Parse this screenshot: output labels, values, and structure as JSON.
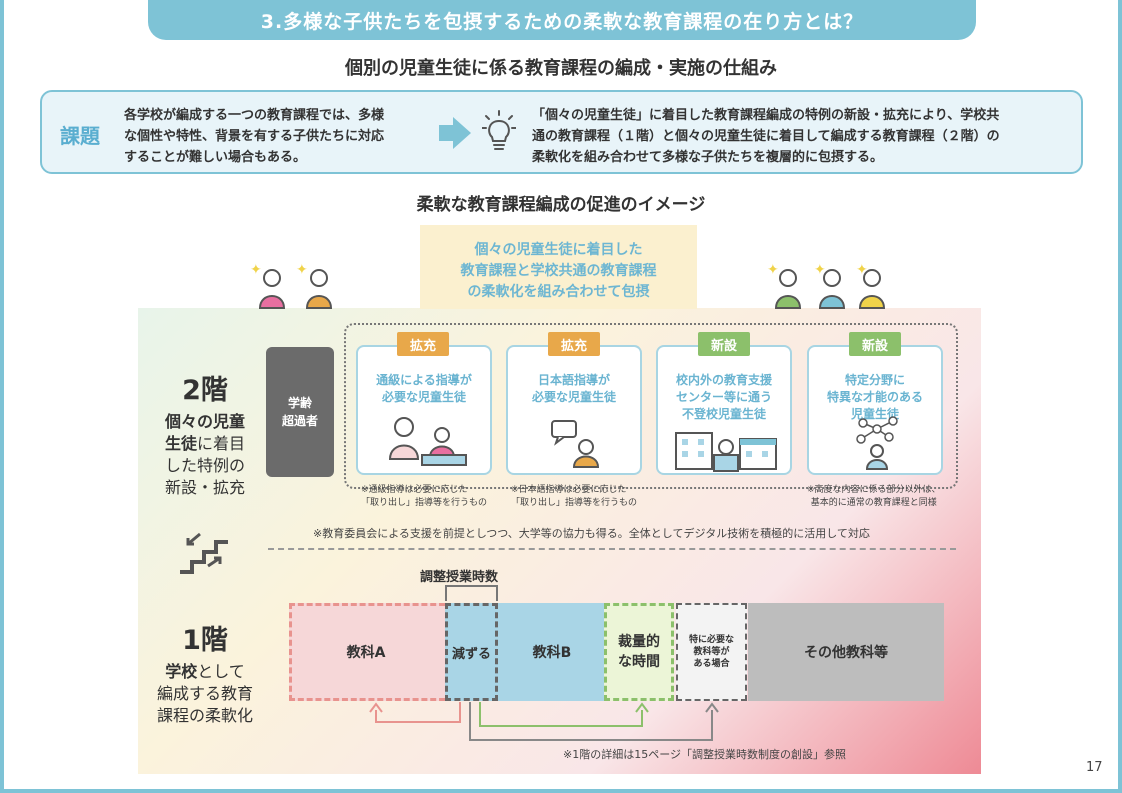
{
  "header": {
    "title": "3.多様な子供たちを包摂するための柔軟な教育課程の在り方とは？"
  },
  "subtitle": "個別の児童生徒に係る教育課程の編成・実施の仕組み",
  "issue": {
    "label": "課題",
    "lines": [
      "各学校が編成する一つの教育課程では、多様",
      "な個性や特性、背景を有する子供たちに対応",
      "することが難しい場合もある。"
    ],
    "solution_lines": [
      "「個々の児童生徒」に着目した教育課程編成の特例の新設・拡充により、学校共",
      "通の教育課程（１階）と個々の児童生徒に着目して編成する教育課程（２階）の",
      "柔軟化を組み合わせて多様な子供たちを複層的に包摂する。"
    ]
  },
  "image_title": "柔軟な教育課程編成の促進のイメージ",
  "center_box": {
    "lines": [
      "個々の児童生徒に着目した",
      "教育課程と学校共通の教育課程",
      "の柔軟化を組み合わせて包摂"
    ]
  },
  "floor2": {
    "num": "2階",
    "desc_bold1": "個々の児童",
    "desc_bold2": "生徒",
    "desc_rest1": "に着目",
    "desc_rest2": "した特例の",
    "desc_rest3": "新設・拡充"
  },
  "over_age": {
    "line1": "学齢",
    "line2": "超過者"
  },
  "cards": [
    {
      "tag": "拡充",
      "line1": "通級による指導が",
      "line2": "必要な児童生徒",
      "line3": "",
      "note1": "※通級指導は必要に応じた",
      "note2": "「取り出し」指導等を行うもの"
    },
    {
      "tag": "拡充",
      "line1": "日本語指導が",
      "line2": "必要な児童生徒",
      "line3": "",
      "note1": "※日本語指導は必要に応じた",
      "note2": "「取り出し」指導等を行うもの"
    },
    {
      "tag": "新設",
      "line1": "校内外の教育支援",
      "line2": "センター等に通う",
      "line3": "不登校児童生徒",
      "note1": "",
      "note2": ""
    },
    {
      "tag": "新設",
      "line1": "特定分野に",
      "line2": "特異な才能のある",
      "line3": "児童生徒",
      "note1": "※高度な内容に係る部分以外は、",
      "note2": "基本的に通常の教育課程と同様"
    }
  ],
  "support_note": "※教育委員会による支援を前提としつつ、大学等の協力も得る。全体としてデジタル技術を積極的に活用して対応",
  "adjust_label": "調整授業時数",
  "floor1": {
    "num": "1階",
    "desc_bold": "学校",
    "desc_rest1": "として",
    "desc_rest2": "編成する教育",
    "desc_rest3": "課程の柔軟化"
  },
  "segments": {
    "subject_a": "教科A",
    "reduce": "減ずる",
    "subject_b": "教科B",
    "discretion_line1": "裁量的",
    "discretion_line2": "な時間",
    "special_line1": "特に必要な",
    "special_line2": "教科等が",
    "special_line3": "ある場合",
    "others": "その他教科等"
  },
  "footnote": "※1階の詳細は15ページ「調整授業時数制度の創設」参照",
  "page_number": "17",
  "colors": {
    "accent": "#7ec3d6",
    "orange": "#e8a84a",
    "green": "#8cc06b",
    "pink_dash": "#e8938e"
  }
}
